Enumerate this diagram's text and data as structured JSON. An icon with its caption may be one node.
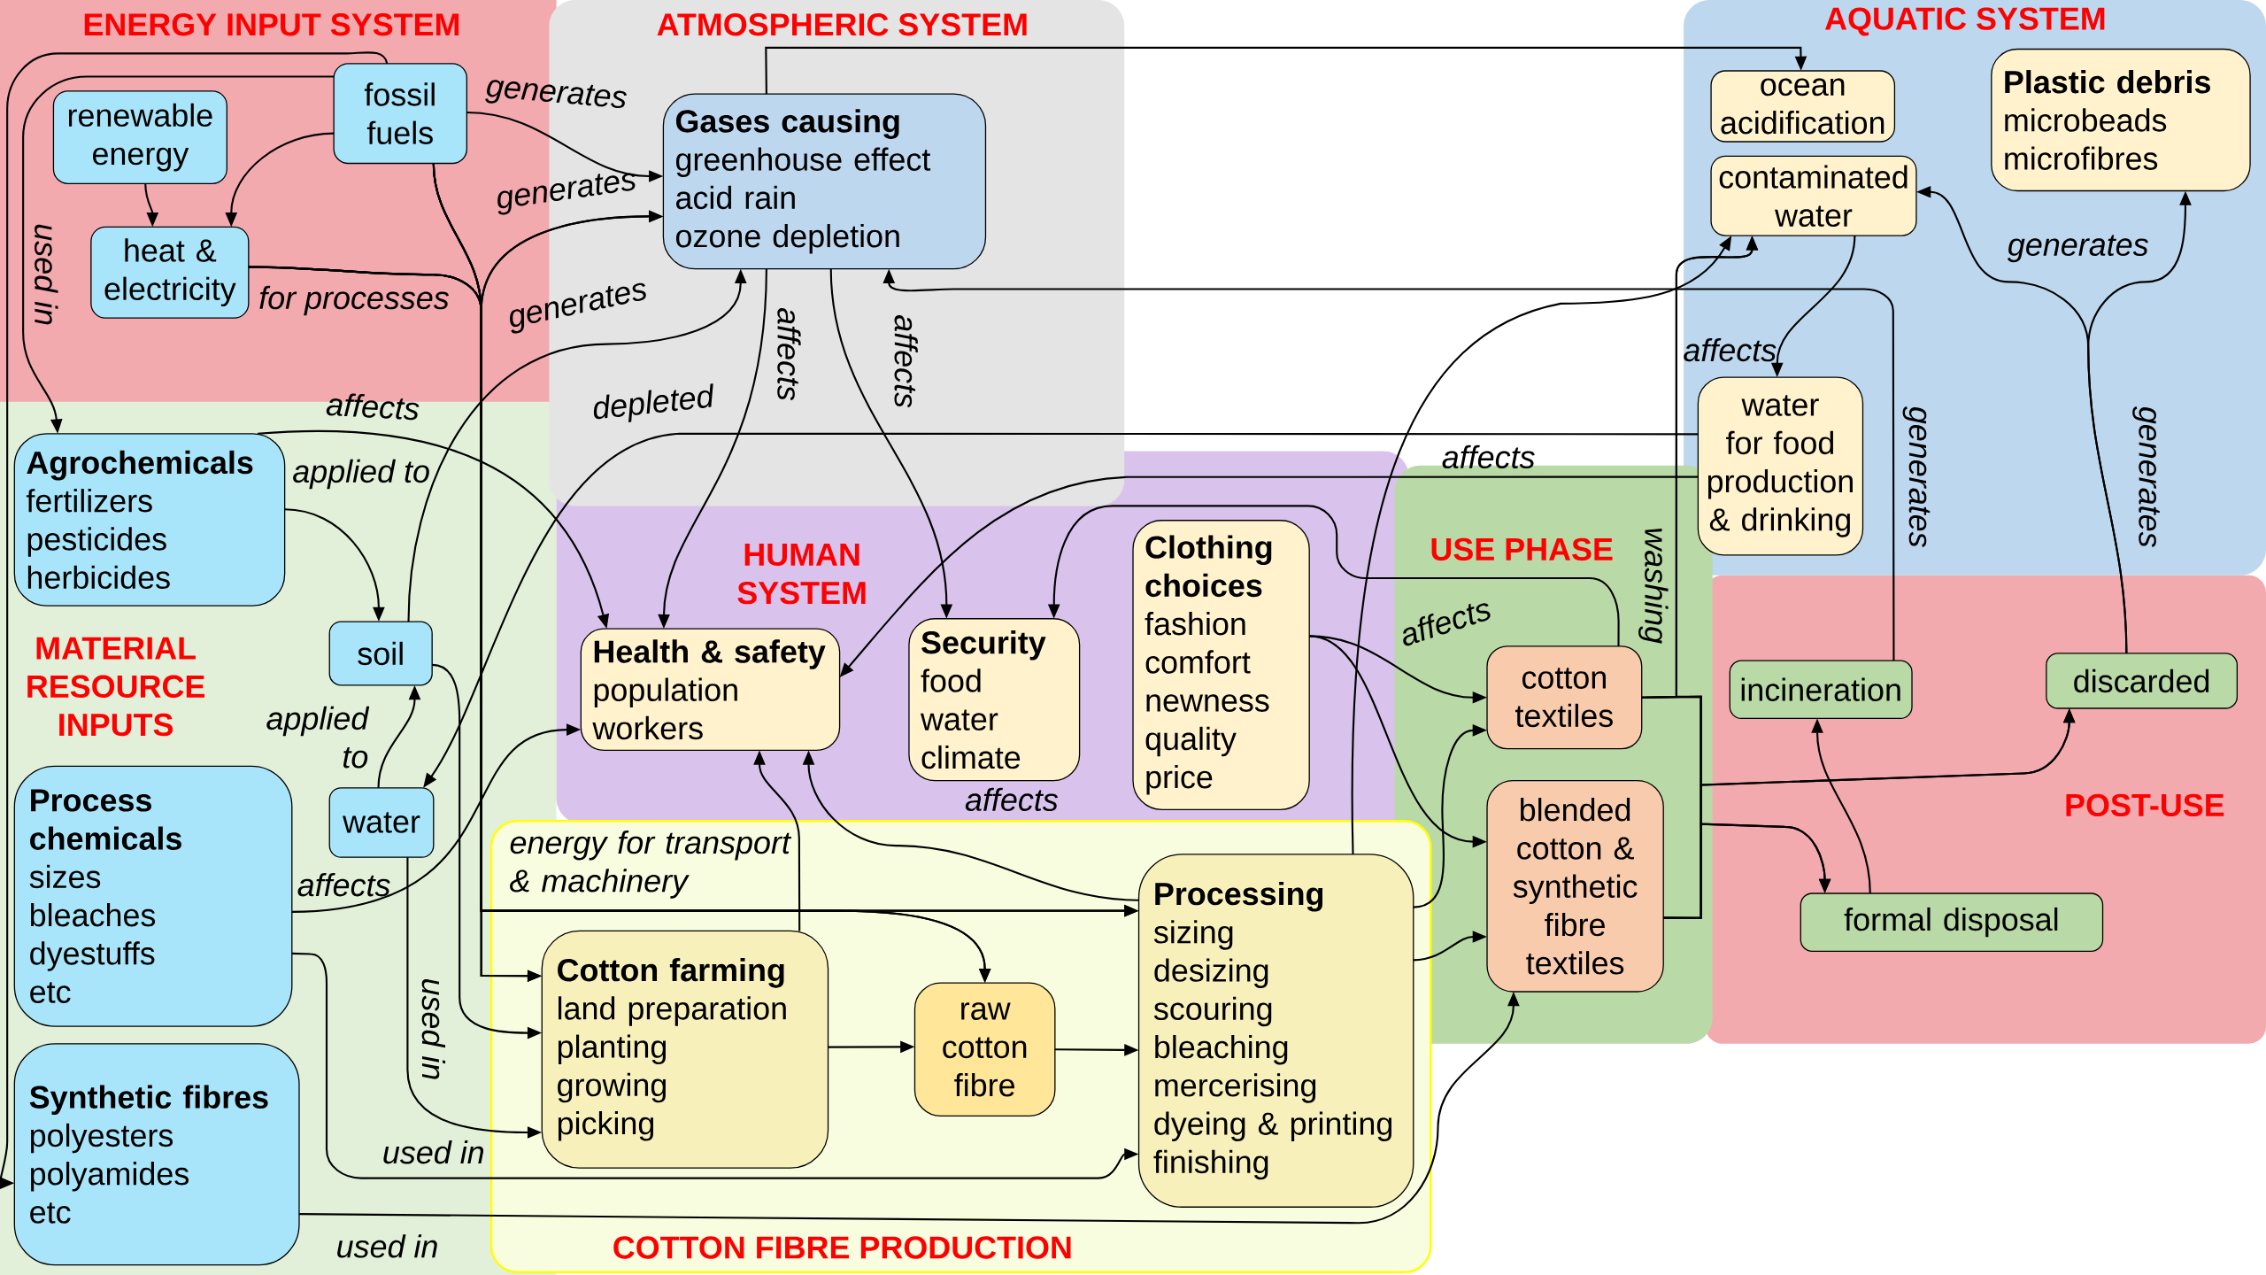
{
  "diagram": {
    "nodes": [
      {
        "text": [
          "ENERGY INPUT SYSTEM"
        ]
      },
      {
        "text": [
          "renewable energy"
        ],
        "in": 0
      },
      {
        "text": [
          "fossil fuels"
        ],
        "in": 0
      },
      {
        "text": [
          "heat & electricity"
        ],
        "in": 0
      },
      {
        "text": [
          "ATMOSPHERIC SYSTEM"
        ]
      },
      {
        "text": [
          "Gases causing",
          "greenhouse effect",
          "acid rain",
          "ozone depletion"
        ],
        "in": 4
      },
      {
        "text": [
          "AQUATIC SYSTEM"
        ]
      },
      {
        "text": [
          "ocean acidification"
        ],
        "in": 6
      },
      {
        "text": [
          "Plastic debris",
          "microbeads",
          "microfibres"
        ],
        "in": 6
      },
      {
        "text": [
          "contaminated water"
        ],
        "in": 6
      },
      {
        "text": [
          "water for food production & drinking"
        ],
        "in": 6
      },
      {
        "text": [
          "MATERIAL RESOURCE INPUTS"
        ]
      },
      {
        "text": [
          "Agrochemicals",
          "fertilizers",
          "pesticides",
          "herbicides"
        ],
        "in": 11
      },
      {
        "text": [
          "soil"
        ],
        "in": 11
      },
      {
        "text": [
          "water"
        ],
        "in": 11
      },
      {
        "text": [
          "Process chemicals",
          "sizes",
          "bleaches",
          "dyestuffs",
          "etc"
        ],
        "in": 11
      },
      {
        "text": [
          "Synthetic fibres",
          "polyesters",
          "polyamides",
          "etc"
        ],
        "in": 11
      },
      {
        "text": [
          "HUMAN SYSTEM"
        ]
      },
      {
        "text": [
          "Health & safety",
          "population",
          "workers"
        ],
        "in": 17
      },
      {
        "text": [
          "Security",
          "food",
          "water",
          "climate"
        ],
        "in": 17
      },
      {
        "text": [
          "Clothing choices",
          "fashion",
          "comfort",
          "newness",
          "quality",
          "price"
        ],
        "in": 17
      },
      {
        "text": [
          "USE PHASE"
        ]
      },
      {
        "text": [
          "cotton textiles"
        ],
        "in": 21
      },
      {
        "text": [
          "blended cotton & synthetic fibre textiles"
        ],
        "in": 21
      },
      {
        "text": [
          "POST-USE"
        ]
      },
      {
        "text": [
          "incineration"
        ],
        "in": 24
      },
      {
        "text": [
          "discarded"
        ],
        "in": 24
      },
      {
        "text": [
          "formal disposal"
        ],
        "in": 24
      },
      {
        "text": [
          "COTTON FIBRE PRODUCTION"
        ]
      },
      {
        "text": [
          "Cotton farming",
          "land preparation",
          "planting",
          "growing",
          "picking"
        ],
        "in": 28
      },
      {
        "text": [
          "raw cotton fibre"
        ],
        "in": 28
      },
      {
        "text": [
          "Processing",
          "sizing",
          "desizing",
          "scouring",
          "bleaching",
          "mercerising",
          "dyeing & printing",
          "finishing"
        ],
        "in": 28
      }
    ],
    "edges": [
      {
        "from": 2,
        "to": 5,
        "arrow": "to",
        "label": "generates"
      },
      {
        "from": 2,
        "to": 3,
        "arrow": "to"
      },
      {
        "from": 1,
        "to": 3,
        "arrow": "to"
      },
      {
        "from": 3,
        "to": 5,
        "arrow": "to",
        "label": "for processes"
      },
      {
        "from": 2,
        "to": 5,
        "arrow": "to",
        "label": "generates"
      },
      {
        "from": 2,
        "to": 29,
        "arrow": "to"
      },
      {
        "from": 3,
        "to": 29,
        "arrow": "to"
      },
      {
        "from": 2,
        "to": 31,
        "arrow": "to",
        "label": "energy for transport & machinery"
      },
      {
        "from": 3,
        "to": 31,
        "arrow": "to"
      },
      {
        "from": 2,
        "to": 30,
        "arrow": "to"
      },
      {
        "from": 3,
        "to": 30,
        "arrow": "to"
      },
      {
        "from": 2,
        "to": 12,
        "arrow": "to",
        "label": "used in"
      },
      {
        "from": 2,
        "to": 16,
        "arrow": "to"
      },
      {
        "from": 13,
        "to": 5,
        "arrow": "to",
        "label": "generates"
      },
      {
        "from": 12,
        "to": 13,
        "arrow": "to",
        "label": "applied to"
      },
      {
        "from": 12,
        "to": 18,
        "arrow": "to",
        "label": "affects"
      },
      {
        "from": 13,
        "to": 29,
        "arrow": "to"
      },
      {
        "from": 10,
        "to": 14,
        "arrow": "to",
        "label": "depleted"
      },
      {
        "from": 14,
        "to": 13,
        "arrow": "to",
        "label": "applied to"
      },
      {
        "from": 14,
        "to": 29,
        "arrow": "to",
        "label": "used in"
      },
      {
        "from": 15,
        "to": 18,
        "arrow": "to",
        "label": "affects"
      },
      {
        "from": 15,
        "to": 31,
        "arrow": "to",
        "label": "used in"
      },
      {
        "from": 16,
        "to": 23,
        "arrow": "to",
        "label": "used in"
      },
      {
        "from": 5,
        "to": 18,
        "arrow": "to",
        "label": "affects"
      },
      {
        "from": 5,
        "to": 19,
        "arrow": "to",
        "label": "affects"
      },
      {
        "from": 5,
        "to": 7,
        "arrow": "to"
      },
      {
        "from": 25,
        "to": 5,
        "arrow": "to",
        "label": "generates"
      },
      {
        "from": 26,
        "to": 9,
        "arrow": "to",
        "label": "generates"
      },
      {
        "from": 26,
        "to": 8,
        "arrow": "to",
        "label": "generates"
      },
      {
        "from": 9,
        "to": 10,
        "arrow": "to",
        "label": "affects"
      },
      {
        "from": 10,
        "to": 18,
        "arrow": "to",
        "label": "affects"
      },
      {
        "from": 22,
        "to": 19,
        "arrow": "to"
      },
      {
        "from": 31,
        "to": 9,
        "arrow": "to"
      },
      {
        "from": 22,
        "to": 9,
        "arrow": "to",
        "label": "washing"
      },
      {
        "from": 23,
        "to": 9,
        "arrow": "to"
      },
      {
        "from": 20,
        "to": 22,
        "arrow": "to",
        "label": "affects"
      },
      {
        "from": 20,
        "to": 23,
        "arrow": "to"
      },
      {
        "from": 31,
        "to": 22,
        "arrow": "to"
      },
      {
        "from": 31,
        "to": 23,
        "arrow": "to"
      },
      {
        "from": 31,
        "to": 18,
        "arrow": "to",
        "label": "affects"
      },
      {
        "from": 29,
        "to": 18,
        "arrow": "to"
      },
      {
        "from": 29,
        "to": 30,
        "arrow": "to"
      },
      {
        "from": 30,
        "to": 31,
        "arrow": "to"
      },
      {
        "from": 22,
        "to": 26,
        "arrow": "to"
      },
      {
        "from": 23,
        "to": 26,
        "arrow": "to"
      },
      {
        "from": 22,
        "to": 27,
        "arrow": "to"
      },
      {
        "from": 23,
        "to": 27,
        "arrow": "to"
      },
      {
        "from": 27,
        "to": 25,
        "arrow": "to"
      }
    ]
  }
}
